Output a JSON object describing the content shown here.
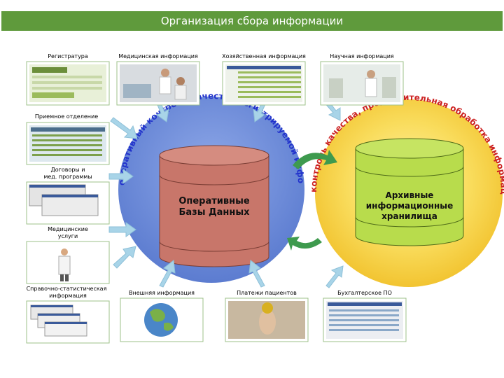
{
  "title": "Организация сбора информации",
  "left_labels": {
    "registry": "Регистратура",
    "reception": "Приемное отделение",
    "contracts_line1": "Договоры и",
    "contracts_line2": "мед. программы",
    "services_line1": "Медицинские",
    "services_line2": "услуги",
    "reference_line1": "Справочно-статистическая",
    "reference_line2": "информация"
  },
  "top_labels": {
    "medical": "Медицинская информация",
    "economic": "Хозяйственная информация",
    "scientific": "Научная информация"
  },
  "bottom_labels": {
    "external": "Внешняя информация",
    "payments": "Платежи пациентов",
    "accounting": "Бухгалтерское ПО"
  },
  "center": {
    "arc_text": "оперативный контроль качества регистрируемой информации",
    "db_line1": "Оперативные",
    "db_line2": "Базы Данных"
  },
  "right": {
    "arc_text": "контроль качества, предварительная обработка информации",
    "store_line1": "Архивные",
    "store_line2": "информационные",
    "store_line3": "хранилища"
  },
  "colors": {
    "title_bar": "#5f9a3c",
    "blue_circle": "#6f8fd8",
    "yellow_circle": "#f7d34a",
    "db_cylinder": "#c8766a",
    "archive_cylinder": "#b8dc4c",
    "arc_text": "#2233cc",
    "arrow": "#a8d4e8",
    "cycle_arrow": "#3e9a4e"
  }
}
